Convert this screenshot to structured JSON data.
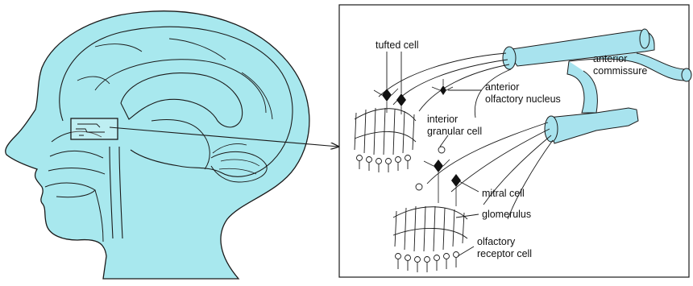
{
  "colors": {
    "fill": "#a8e8ee",
    "tract": "#a8e3ee",
    "line": "#1a1a1a",
    "background": "#ffffff"
  },
  "labels": {
    "tufted_cell": "tufted cell",
    "anterior_olfactory_nucleus": [
      "anterior",
      "olfactory nucleus"
    ],
    "anterior_commissure": [
      "anterior",
      "commissure"
    ],
    "interior_granular_cell": [
      "interior",
      "granular cell"
    ],
    "mitral_cell": "mitral cell",
    "glomerulus": "glomerulus",
    "olfactory_receptor_cell": [
      "olfactory",
      "receptor cell"
    ]
  }
}
